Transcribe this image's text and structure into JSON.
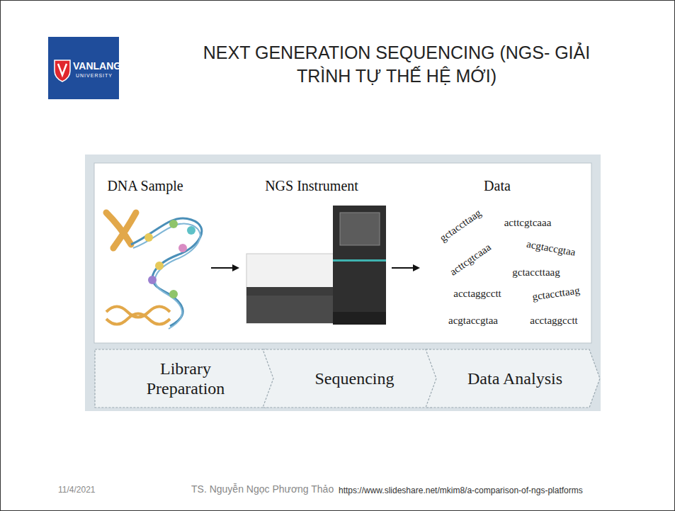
{
  "diagram": {
    "title": "NEXT GENERATION SEQUENCING (NGS- GIẢI TRÌNH TỰ THẾ HỆ MỚI)",
    "nodes": [
      {
        "text": [
          "VANLANG",
          "UNIVERSITY"
        ]
      },
      {
        "text": [
          "Library Preparation"
        ]
      },
      {
        "text": [
          "Sequencing"
        ]
      },
      {
        "text": [
          "Data Analysis"
        ]
      }
    ],
    "labels": [
      "DNA Sample",
      "NGS Instrument",
      "Data",
      "gctaccttaag",
      "acttcgtcaaa",
      "acttcgtcaaa",
      "acgtaccgtaa",
      "gctaccttaag",
      "acctaggcctt",
      "gctaccttaag",
      "acgtaccgtaa",
      "acctaggcctt",
      "11/4/2021",
      "TS. Nguyễn Ngọc Phương Thảo",
      "https://www.slideshare.net/mkim8/a-comparison-of-ngs-platforms"
    ]
  }
}
